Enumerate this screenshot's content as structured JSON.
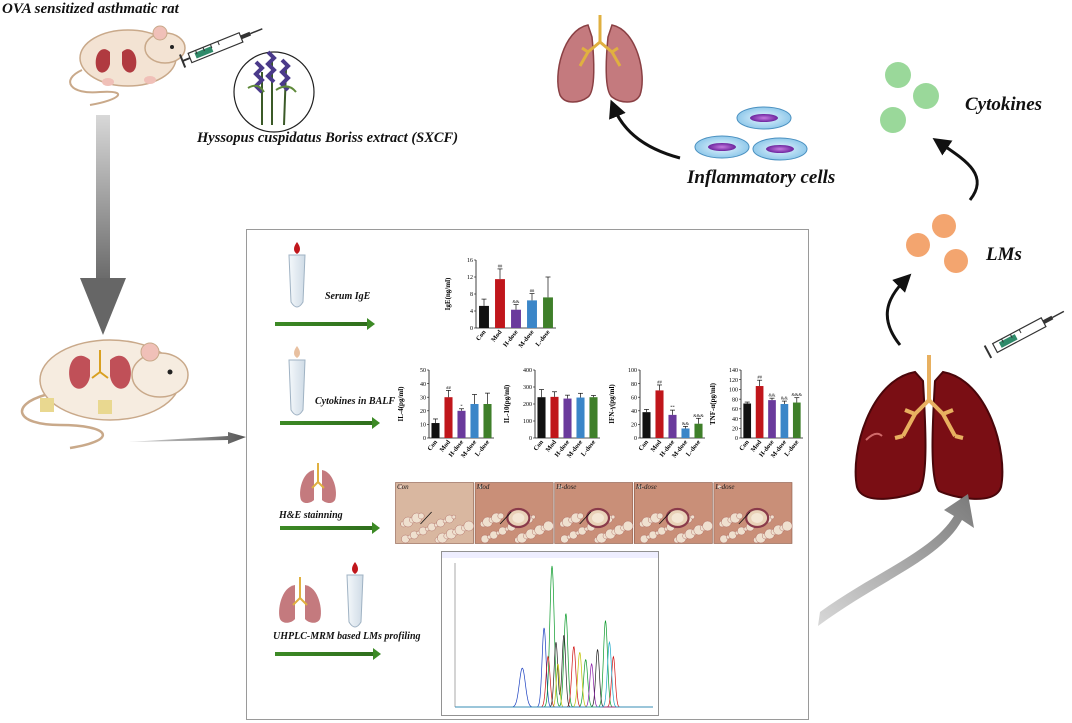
{
  "labels": {
    "model": "OVA sensitized asthmatic rat",
    "extract": "Hyssopus cuspidatus Boriss extract (SXCF)",
    "inflammatory": "Inflammatory cells",
    "cytokines": "Cytokines",
    "lms": "LMs",
    "serum_ige": "Serum IgE",
    "cytokines_balf": "Cytokines in BALF",
    "he": "H&E stainning",
    "uhplc": "UHPLC-MRM  based LMs profiling"
  },
  "colors": {
    "bar_colors": [
      "#111111",
      "#c0161b",
      "#6a3a9c",
      "#3b86c8",
      "#3f7f2a"
    ],
    "cytokine_dot": "#8fd68a",
    "lm_dot": "#f2a36a",
    "cell": "#9ad0ec",
    "lung": "#b04a4e",
    "lung_dark": "#7a0e14",
    "arrow_green": "#3c8a25"
  },
  "hist_labels": [
    "Con",
    "Mod",
    "H-dose",
    "M-dose",
    "L-dose"
  ],
  "chart_data": [
    {
      "type": "bar",
      "ylabel": "IgE(ng/ml)",
      "categories": [
        "Con",
        "Mod",
        "H-dose",
        "M-dose",
        "L-dose"
      ],
      "values": [
        5.2,
        11.5,
        4.3,
        6.5,
        7.2
      ],
      "errors": [
        1.6,
        2.4,
        1.2,
        1.6,
        4.8
      ],
      "annotations": [
        "",
        "##",
        "&&",
        "##",
        ""
      ],
      "ylim": [
        0,
        16
      ],
      "yticks": [
        "0",
        "4",
        "8",
        "12",
        "16"
      ]
    },
    {
      "type": "bar",
      "ylabel": "IL-4(pg/ml)",
      "categories": [
        "Con",
        "Mod",
        "H-dose",
        "M-dose",
        "L-dose"
      ],
      "values": [
        11,
        30,
        20,
        25,
        25
      ],
      "errors": [
        3,
        5,
        1.5,
        7,
        8
      ],
      "annotations": [
        "",
        "##",
        "*",
        "",
        ""
      ],
      "ylim": [
        0,
        50
      ],
      "yticks": [
        "0",
        "10",
        "20",
        "30",
        "40",
        "50"
      ]
    },
    {
      "type": "bar",
      "ylabel": "IL-10(pg/ml)",
      "categories": [
        "Con",
        "Mod",
        "H-dose",
        "M-dose",
        "L-dose"
      ],
      "values": [
        240,
        242,
        232,
        238,
        240
      ],
      "errors": [
        45,
        30,
        20,
        25,
        10
      ],
      "annotations": [
        "",
        "",
        "",
        "",
        ""
      ],
      "ylim": [
        0,
        400
      ],
      "yticks": [
        "0",
        "100",
        "200",
        "300",
        "400"
      ]
    },
    {
      "type": "bar",
      "ylabel": "IFN-γ(pg/ml)",
      "categories": [
        "Con",
        "Mod",
        "H-dose",
        "M-dose",
        "L-dose"
      ],
      "values": [
        38,
        70,
        34,
        14,
        21
      ],
      "errors": [
        4,
        8,
        7,
        3,
        8
      ],
      "annotations": [
        "",
        "##",
        "**",
        "&&",
        "&&&"
      ],
      "ylim": [
        0,
        100
      ],
      "yticks": [
        "0",
        "20",
        "40",
        "60",
        "80",
        "100"
      ]
    },
    {
      "type": "bar",
      "ylabel": "TNF-α(pg/ml)",
      "categories": [
        "Con",
        "Mod",
        "H-dose",
        "M-dose",
        "L-dose"
      ],
      "values": [
        71,
        107,
        78,
        70,
        73
      ],
      "errors": [
        3,
        12,
        4,
        6,
        10
      ],
      "annotations": [
        "",
        "##",
        "&&",
        "&&",
        "&&&"
      ],
      "ylim": [
        0,
        140
      ],
      "yticks": [
        "0",
        "20",
        "40",
        "60",
        "80",
        "100",
        "120",
        "140"
      ]
    },
    {
      "type": "line",
      "title": "",
      "note": "UHPLC-MRM chromatogram, multiple overlaid traces",
      "series_colors": [
        "#1a3fc0",
        "#0a9a2a",
        "#d01010",
        "#222222",
        "#c0c000",
        "#8a1aa8",
        "#1aa8c8"
      ]
    }
  ]
}
